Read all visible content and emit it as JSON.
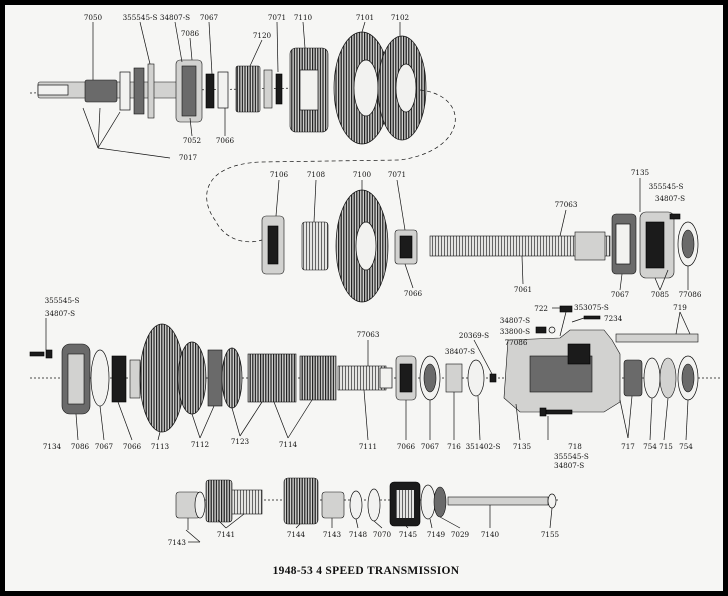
{
  "title": "1948-53 4 SPEED TRANSMISSION",
  "labels": {
    "l7050": "7050",
    "l355545a": "355545-S",
    "l34807a": "34807-S",
    "l7067a": "7067",
    "l7086a": "7086",
    "l7071a": "7071",
    "l7110": "7110",
    "l7101": "7101",
    "l7102": "7102",
    "l7120": "7120",
    "l7052": "7052",
    "l7066a": "7066",
    "l7017": "7017",
    "l7106": "7106",
    "l7108": "7108",
    "l7100": "7100",
    "l7071b": "7071",
    "l7066b": "7066",
    "l77063a": "77063",
    "l7061": "7061",
    "l7135a": "7135",
    "l355545b": "355545-S",
    "l34807b": "34807-S",
    "l7067b": "7067",
    "l7085": "7085",
    "l77086a": "77086",
    "l355545c": "355545-S",
    "l34807c": "34807-S",
    "l77063b": "77063",
    "l722": "722",
    "l353075": "353075-S",
    "l7234": "7234",
    "l719": "719",
    "l34807d": "34807-S",
    "l33800": "33800-S",
    "l20369": "20369-S",
    "l77086b": "77086",
    "l38407": "38407-S",
    "l7134": "7134",
    "l7086b": "7086",
    "l7067c": "7067",
    "l7066c": "7066",
    "l7113": "7113",
    "l7112": "7112",
    "l7123": "7123",
    "l7114": "7114",
    "l7111": "7111",
    "l7066d": "7066",
    "l7067d": "7067",
    "l716": "716",
    "l351402": "351402-S",
    "l7135b": "7135",
    "l718": "718",
    "l355545d": "355545-S",
    "l34807e": "34807-S",
    "l717": "717",
    "l754a": "754",
    "l715": "715",
    "l754b": "754",
    "l7143a": "7143",
    "l7141": "7141",
    "l7144": "7144",
    "l7143b": "7143",
    "l7148": "7148",
    "l7070": "7070",
    "l7145": "7145",
    "l7149": "7149",
    "l7029": "7029",
    "l7140": "7140",
    "l7155": "7155"
  }
}
